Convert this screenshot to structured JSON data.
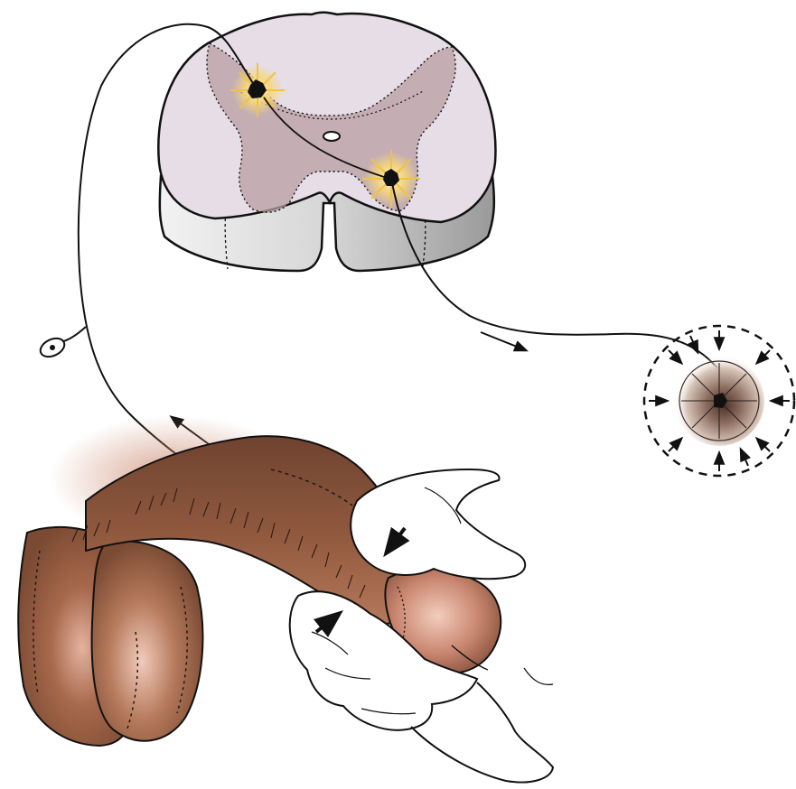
{
  "figure": {
    "background": "#ffffff",
    "colors": {
      "skin_dark": "#7a4a33",
      "skin_mid": "#a8694c",
      "skin_light": "#e7b8a4",
      "cord_white": "#e8e0ea",
      "cord_gray": "#a48d90",
      "cord_side": "#cfcfcf",
      "spark": "#f6d77a",
      "line": "#111111"
    },
    "icons": [
      "spinal-cord-cross-section",
      "sensory-neuron",
      "motor-neuron",
      "contracting-sphincter",
      "squeezing-hand",
      "pressure-arrows"
    ]
  }
}
